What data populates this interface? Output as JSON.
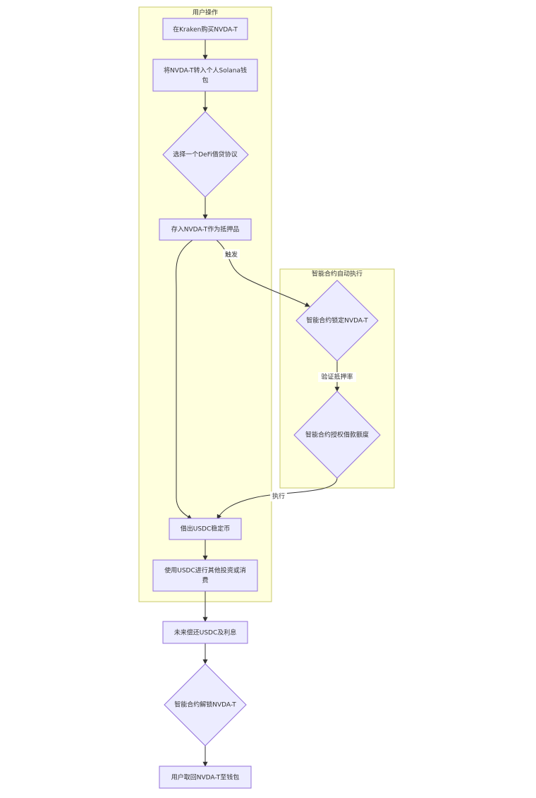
{
  "clusters": {
    "user_ops": "用户操作",
    "smart_contract": "智能合约自动执行"
  },
  "nodes": {
    "n1": "在Kraken购买NVDA-T",
    "n2_line1": "将NVDA-T转入个人Solana钱",
    "n2_line2": "包",
    "n3": "选择一个DeFi借贷协议",
    "n4": "存入NVDA-T作为抵押品",
    "n5": "智能合约锁定NVDA-T",
    "n6": "智能合约授权借款额度",
    "n7": "借出USDC稳定币",
    "n8_line1": "使用USDC进行其他投资或消",
    "n8_line2": "费",
    "n9": "未来偿还USDC及利息",
    "n10": "智能合约解锁NVDA-T",
    "n11": "用户取回NVDA-T至钱包"
  },
  "edge_labels": {
    "trigger": "触发",
    "verify": "验证抵押率",
    "execute": "执行"
  },
  "colors": {
    "node_fill": "#ececff",
    "node_stroke": "#9370db",
    "cluster_fill": "#ffffde",
    "cluster_stroke": "#c9c96b",
    "edge": "#333333"
  }
}
